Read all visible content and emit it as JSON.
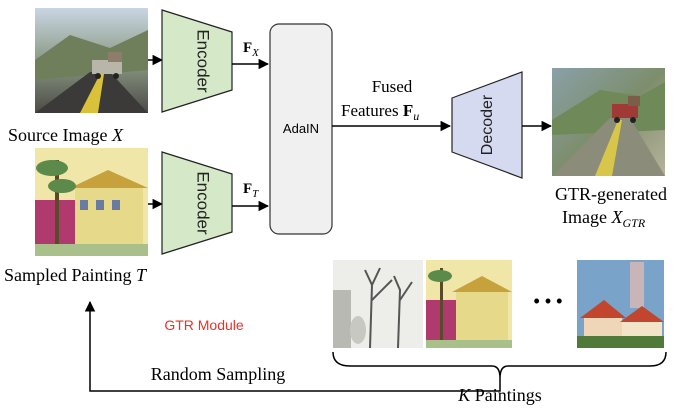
{
  "labels": {
    "source_image": "Source Image",
    "source_var": "X",
    "sampled_painting": "Sampled Painting",
    "painting_var": "T",
    "fx_bold": "F",
    "fx_sub": "X",
    "ft_bold": "F",
    "ft_sub": "T",
    "encoder_top": "Encoder",
    "encoder_bottom": "Encoder",
    "adain": "AdaIN",
    "fused_line1": "Fused",
    "fused_line2": "Features",
    "fu_bold": "F",
    "fu_sub": "u",
    "decoder": "Decoder",
    "gtr_line1": "GTR-generated",
    "gtr_line2": "Image",
    "gtr_var": "X",
    "gtr_sub": "GTR",
    "module": "GTR Module",
    "random_sampling": "Random Sampling",
    "k_var": "K",
    "k_paintings": "Paintings",
    "ellipsis": "• • •"
  },
  "colors": {
    "encoder_fill": "#d5e8c8",
    "decoder_fill": "#d6daf0",
    "adain_fill": "#f0f0f0",
    "module_text": "#e8322a"
  }
}
